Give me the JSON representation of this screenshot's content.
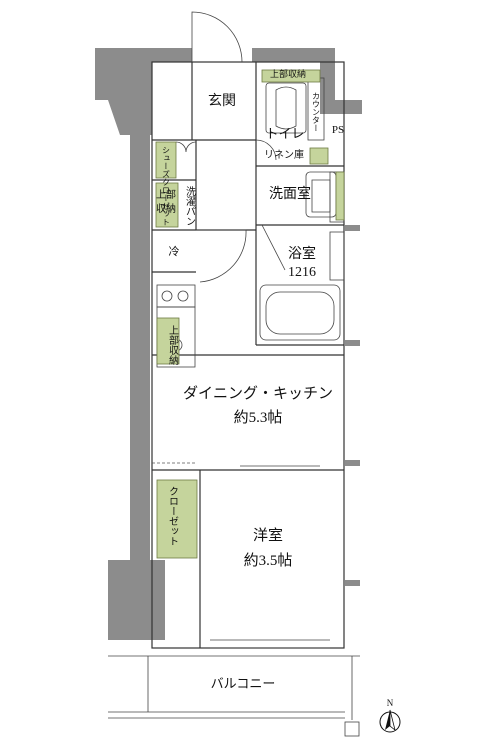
{
  "rooms": {
    "genkan": "玄関",
    "toilet": "トイレ",
    "linen": "リネン庫",
    "jobu_shuno_top": "上部収納",
    "counter": "カウンター",
    "ps": "PS",
    "shoes_closet": "シューズクローゼット",
    "jobu_shuno_left_a": "上部",
    "jobu_shuno_left_b": "収納",
    "washer": "洗濯パン",
    "senmenshitsu": "洗面室",
    "reizoko": "冷",
    "yokushitsu": "浴室",
    "yokushitsu_size": "1216",
    "jobu_shuno_kitchen": "上部収納",
    "dk_name": "ダイニング・キッチン",
    "dk_size": "約5.3帖",
    "closet": "クローゼット",
    "yoshitsu_name": "洋室",
    "yoshitsu_size": "約3.5帖",
    "balcony": "バルコニー",
    "north": "N"
  },
  "colors": {
    "wall": "#8c8c8c",
    "storage": "#c5d49c"
  }
}
